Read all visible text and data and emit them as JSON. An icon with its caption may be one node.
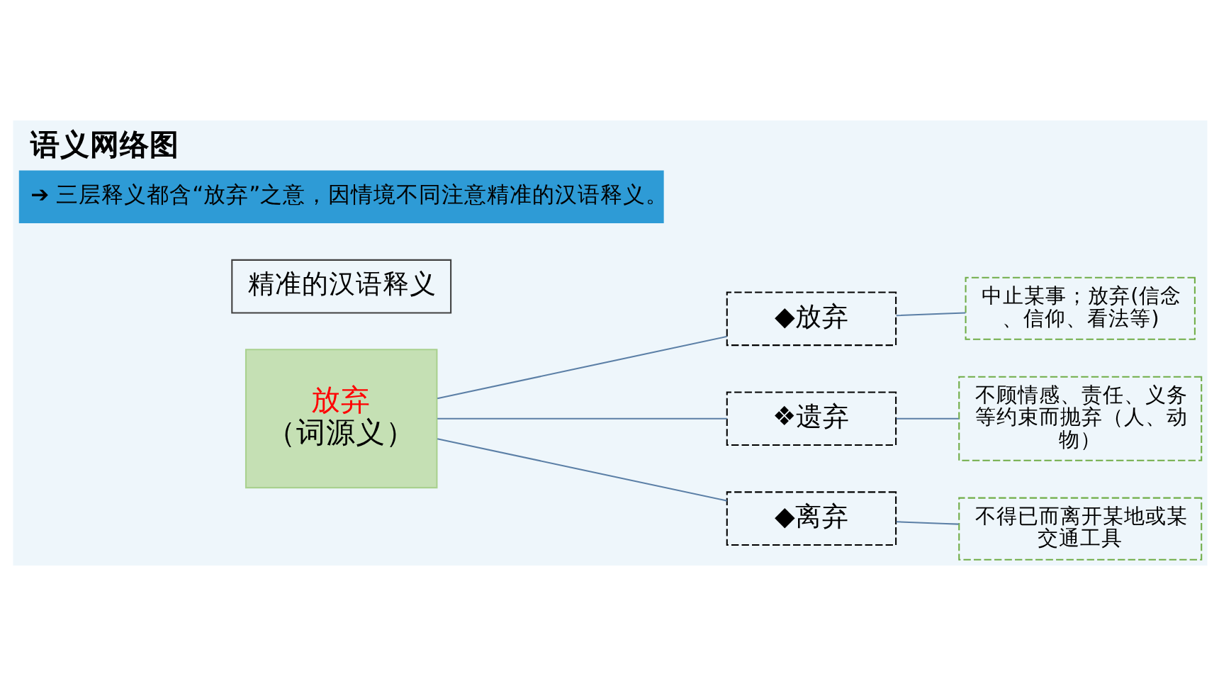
{
  "diagram": {
    "title": "语义网络图",
    "nodes": [
      {
        "text": [
          "放弃",
          "（词源义）"
        ]
      },
      {
        "text": [
          "◆放弃"
        ]
      },
      {
        "text": [
          "❖遗弃"
        ]
      },
      {
        "text": [
          "◆离弃"
        ]
      },
      {
        "text": [
          "中止某事；放弃(信念、信仰、看法等)"
        ]
      },
      {
        "text": [
          "不顾情感、责任、义务等约束而抛弃（人、动物）"
        ]
      },
      {
        "text": [
          "不得已而离开某地或某交通工具"
        ]
      },
      {
        "text": [
          "精准的汉语释义"
        ]
      }
    ],
    "edges": [
      {
        "from": 0,
        "to": 1,
        "arrow": "none"
      },
      {
        "from": 0,
        "to": 2,
        "arrow": "none"
      },
      {
        "from": 0,
        "to": 3,
        "arrow": "none"
      },
      {
        "from": 1,
        "to": 4,
        "arrow": "none"
      },
      {
        "from": 2,
        "to": 5,
        "arrow": "none"
      },
      {
        "from": 3,
        "to": 6,
        "arrow": "none"
      }
    ],
    "labels": [
      "➔ 三层释义都含“放弃”之意，因情境不同注意精准的汉语释义。"
    ]
  }
}
